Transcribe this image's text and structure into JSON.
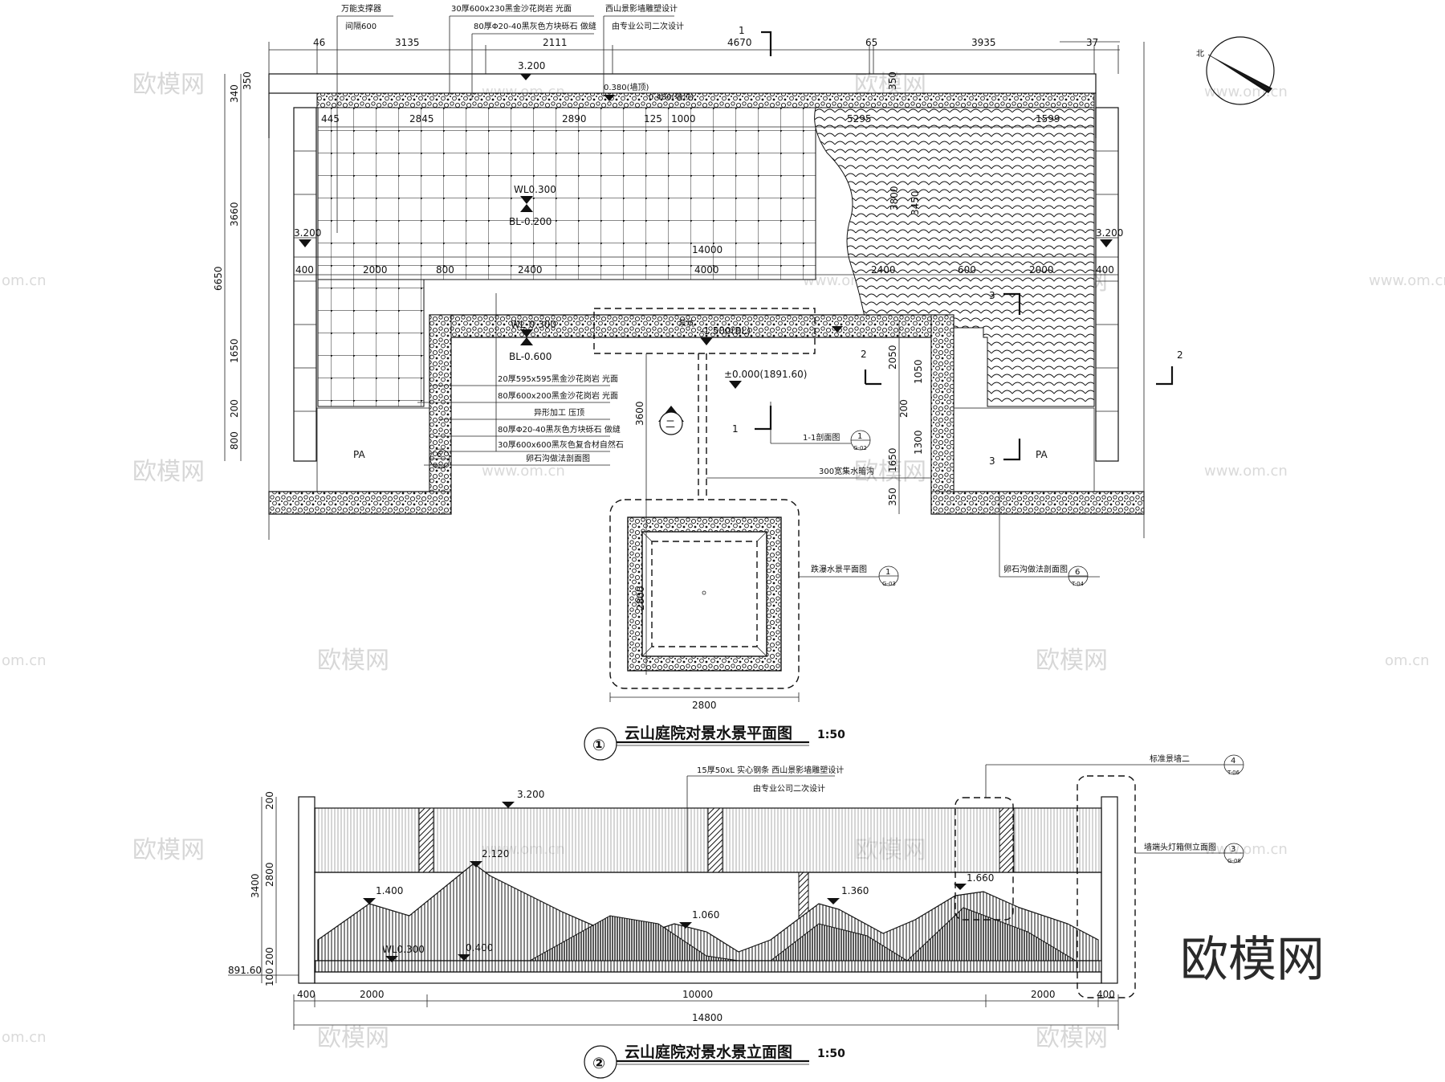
{
  "plan": {
    "title": "云山庭院对景水景平面图",
    "scale": "1:50",
    "number": "①",
    "top_dims": [
      "46",
      "3135",
      "2111",
      "4670",
      "65",
      "3935",
      "37"
    ],
    "inner_dims": [
      "445",
      "2845",
      "2890",
      "125",
      "1000",
      "5295",
      "1599"
    ],
    "mid_dims": [
      "400",
      "2000",
      "800",
      "2400",
      "4000",
      "2400",
      "600",
      "2000",
      "400"
    ],
    "total_width": "14000",
    "left_dims": [
      "340",
      "350",
      "3660",
      "6650",
      "1650",
      "200",
      "800"
    ],
    "center_dims": [
      "3600",
      "1050",
      "200",
      "1300",
      "1650",
      "350",
      "2050"
    ],
    "pool_dims": [
      "2800",
      "2800"
    ],
    "right_dims": [
      "350",
      "3800",
      "3450"
    ],
    "levels": {
      "top": "3.200",
      "left": "3.200",
      "right": "3.200",
      "wl1": "WL0.300",
      "bl1": "BL-0.200",
      "wl2": "WL-0.300",
      "bl2": "BL-0.600",
      "pit": "-1.500(BL)",
      "ground": "±0.000(1891.60)",
      "edge1": "0.380(墙顶)",
      "edge2": "0.400(墙顶)"
    },
    "notes_top": [
      "万能支撑器",
      "间隔600",
      "30厚600x230黑金沙花岗岩 光面",
      "80厚Φ20-40黑灰色方块砾石 做缝",
      "西山景影墙雕塑设计",
      "由专业公司二次设计"
    ],
    "notes_mid": [
      "20厚595x595黑金沙花岗岩 光面",
      "80厚600x200黑金沙花岗岩 光面",
      "异形加工 压顶",
      "80厚Φ20-40黑灰色方块砾石 做缝",
      "30厚600x600黑灰色复合材自然石",
      "卵石沟做法剖面图"
    ],
    "labels": {
      "pit": "泵坑",
      "drain": "300宽集水暗沟",
      "section1": "1-1剖面图",
      "pool_plan": "跌瀑水景平面图",
      "gravel_section": "卵石沟做法剖面图",
      "pa": "PA",
      "north": "北"
    },
    "callouts": {
      "c1": "1",
      "c2": "2",
      "c3": "3",
      "ref1": "1",
      "ref1_sheet": "G-02",
      "ref6": "6",
      "ref6_sheet": "T-04",
      "ref_pool": "1",
      "ref_pool_sheet": "G-03",
      "ref2": "二"
    }
  },
  "elevation": {
    "title": "云山庭院对景水景立面图",
    "scale": "1:50",
    "number": "②",
    "bottom_dims": [
      "400",
      "2000",
      "10000",
      "2000",
      "400"
    ],
    "total_width": "14800",
    "left_dims": [
      "200",
      "2800",
      "3400",
      "100",
      "200",
      "891.60"
    ],
    "levels": [
      "3.200",
      "2.120",
      "1.400",
      "1.060",
      "1.360",
      "1.660",
      "WL0.300",
      "0.400"
    ],
    "notes": [
      "15厚50xL 实心钢条 西山景影墙雕塑设计",
      "由专业公司二次设计",
      "标准景墙二",
      "墙端头灯箱侧立面图"
    ],
    "callouts": {
      "ref4": "4",
      "ref4_sheet": "T-06",
      "ref3": "3",
      "ref3_sheet": "G-08"
    }
  },
  "watermarks": {
    "brand": "欧模网",
    "site": "www.om.cn",
    "edge": "om.cn"
  },
  "colors": {
    "line": "#111111",
    "watermark": "#d7d7d7",
    "background": "#ffffff"
  }
}
